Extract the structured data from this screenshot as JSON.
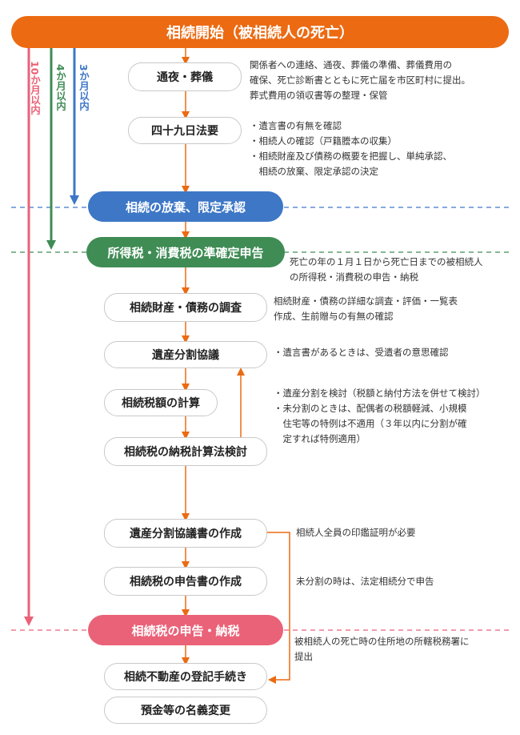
{
  "colors": {
    "orange": "#ec6a12",
    "blue": "#3d77c6",
    "green": "#3f8c55",
    "pink": "#ea6278"
  },
  "title": "相続開始（被相続人の死亡）",
  "deadlines": {
    "ten_months": "10か月以内",
    "four_months": "4か月以内",
    "three_months": "3か月以内"
  },
  "steps": {
    "tsuya": "通夜・葬儀",
    "shijuukunichi": "四十九日法要",
    "houki": "相続の放棄、限定承認",
    "junkakutei": "所得税・消費税の準確定申告",
    "chousa": "相続財産・債務の調査",
    "kyougi": "遺産分割協議",
    "keisan": "相続税額の計算",
    "nouzei_kentou": "相続税の納税計算法検討",
    "kyougisho": "遺産分割協議書の作成",
    "shinkokusho": "相続税の申告書の作成",
    "shinkoku_nouzei": "相続税の申告・納税",
    "touki": "相続不動産の登記手続き",
    "meigi": "預金等の名義変更"
  },
  "notes": {
    "tsuya": "関係者への連絡、通夜、葬儀の準備、葬儀費用の\n確保、死亡診断書とともに死亡届を市区町村に提出。\n葬式費用の領収書等の整理・保管",
    "shijuukunichi": "・遺言書の有無を確認\n・相続人の確認（戸籍謄本の収集）\n・相続財産及び債務の概要を把握し、単純承認、\n　相続の放棄、限定承認の決定",
    "junkakutei": "死亡の年の１月１日から死亡日までの被相続人\nの所得税・消費税の申告・納税",
    "chousa": "相続財産・債務の詳細な調査・評価・一覧表\n作成、生前贈与の有無の確認",
    "kyougi": "・遺言書があるときは、受遺者の意思確認",
    "keisan": "・遺産分割を検討（税額と納付方法を併せて検討）\n・未分割のときは、配偶者の税額軽減、小規模\n　住宅等の特例は不適用（３年以内に分割が確\n　定すれば特例適用）",
    "kyougisho": "相続人全員の印鑑証明が必要",
    "shinkokusho": "未分割の時は、法定相続分で申告",
    "shinkoku_nouzei": "被相続人の死亡時の住所地の所轄税務署に\n提出"
  }
}
